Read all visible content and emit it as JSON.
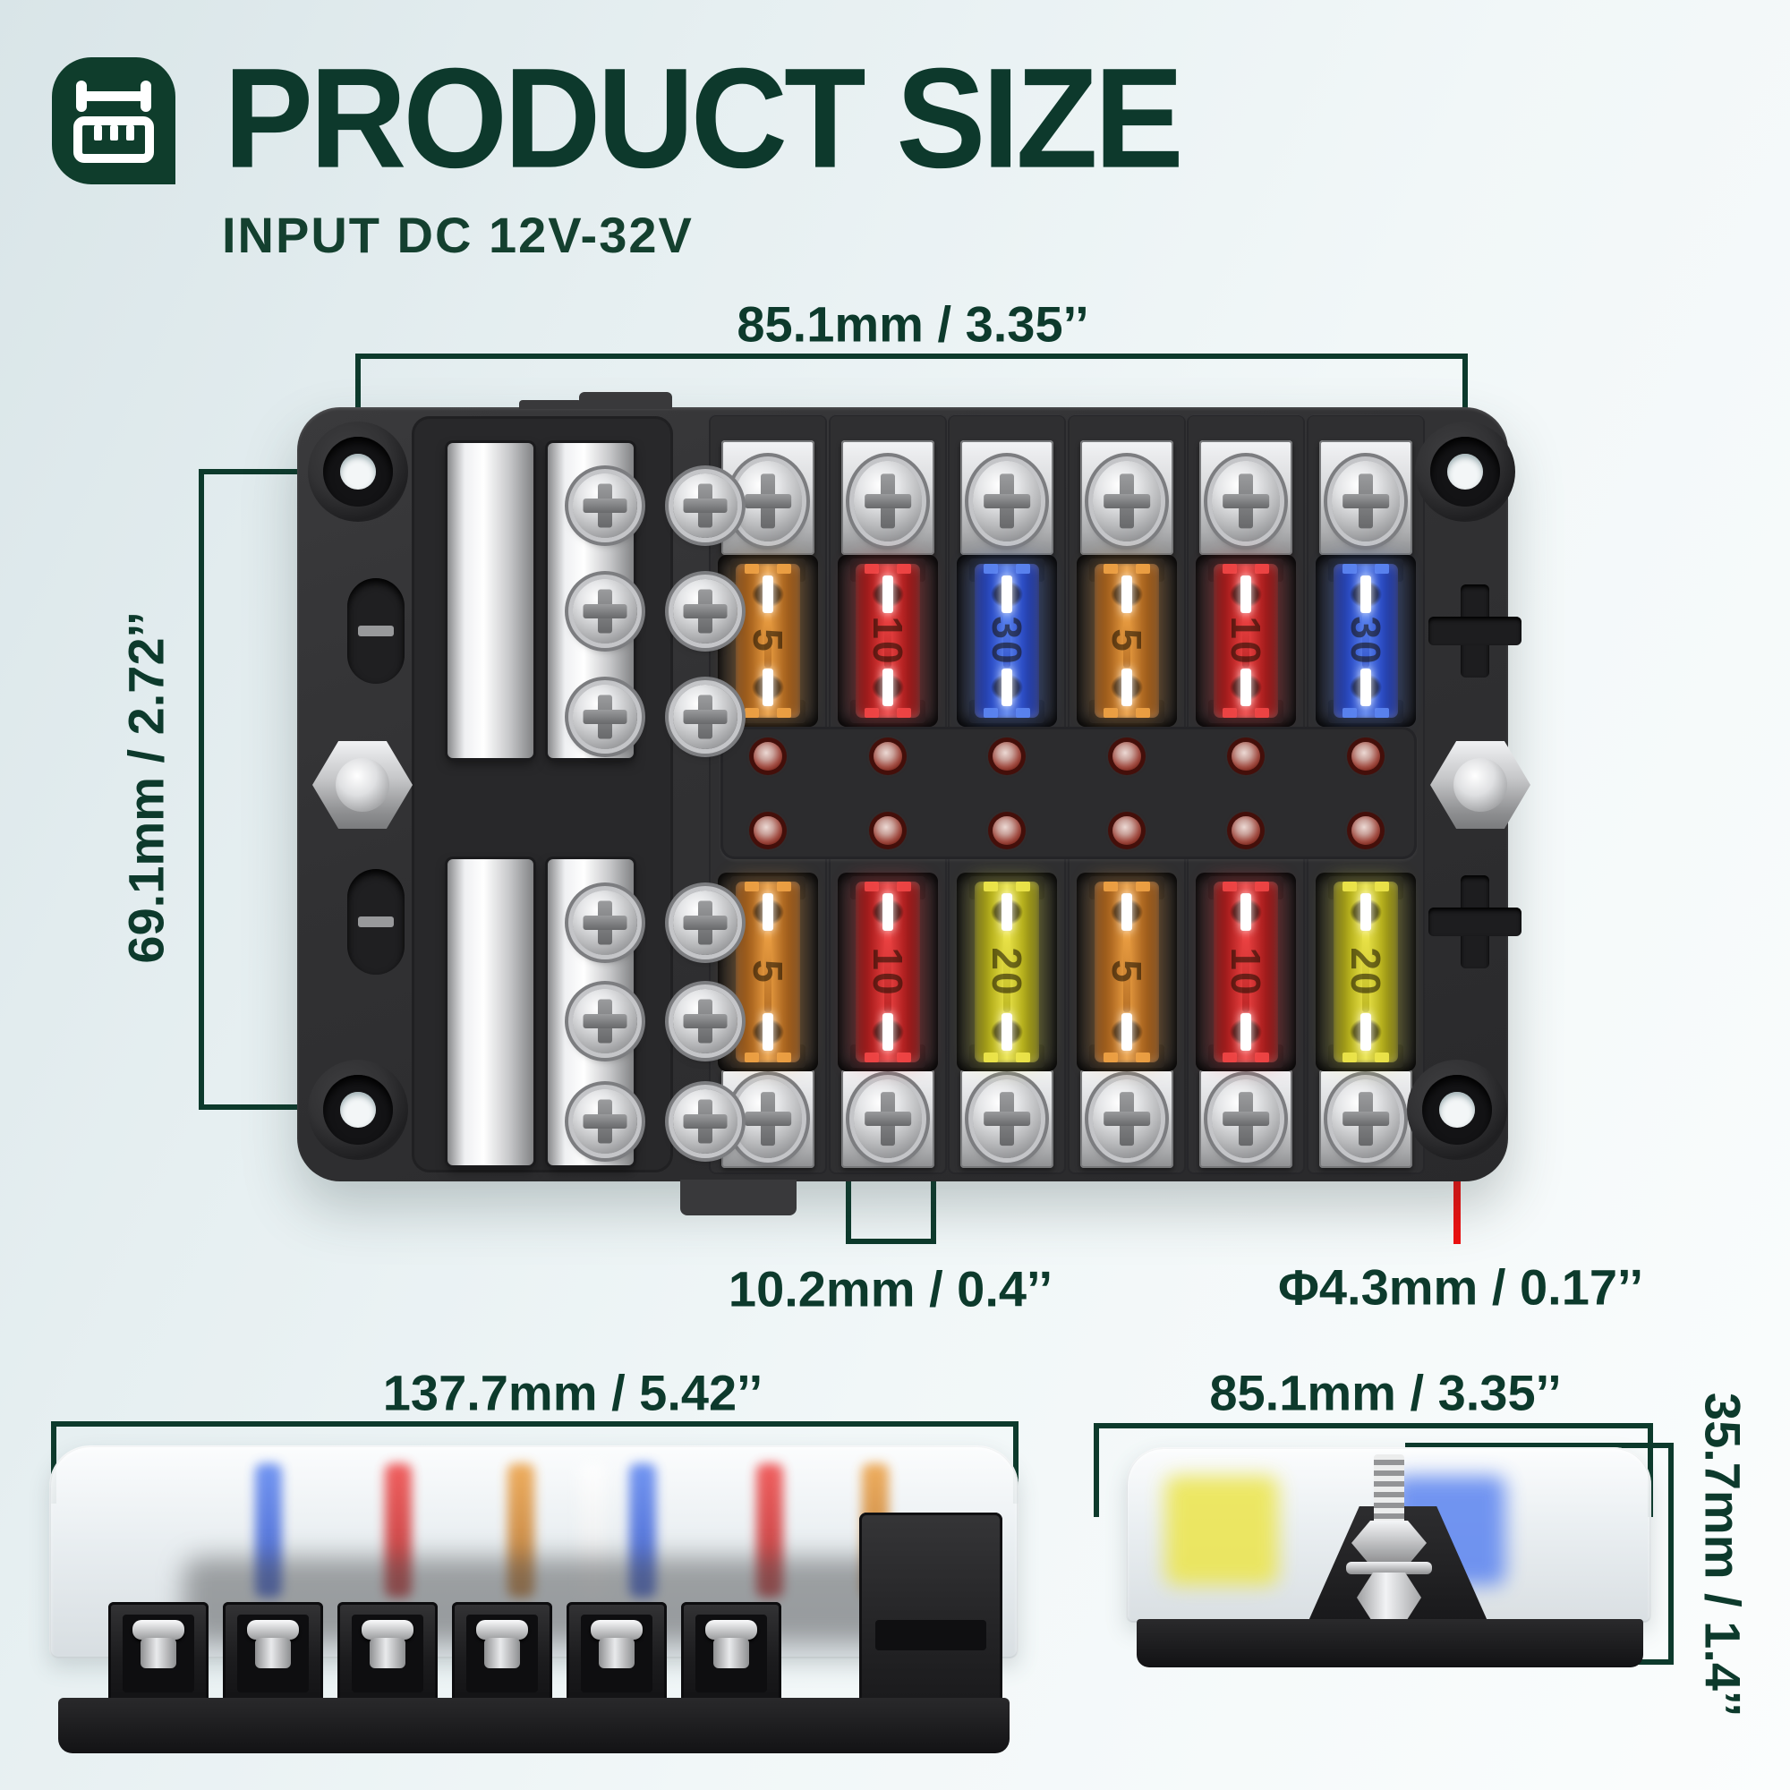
{
  "header": {
    "title": "PRODUCT SIZE",
    "subtitle": "INPUT DC 12V-32V",
    "icon": "ruler-icon",
    "accent_green": "#0d3a2c"
  },
  "colors": {
    "dimension_green": "#0d3a2c",
    "highlight_red": "#ee1010",
    "block_body": "#313133",
    "fuse_palette": {
      "orange": {
        "deep": "#7a4310",
        "body": "#b06a22",
        "glow": "#eda043"
      },
      "red": {
        "deep": "#6e0d0d",
        "body": "#b42222",
        "glow": "#ef4444"
      },
      "blue": {
        "deep": "#18297e",
        "body": "#2d4ec6",
        "glow": "#5b84f0"
      },
      "yellow": {
        "deep": "#6f6a0c",
        "body": "#b8b21e",
        "glow": "#ece54a"
      },
      "white": {
        "deep": "#b9bcbe",
        "body": "#e6e8e9",
        "glow": "#ffffff"
      }
    }
  },
  "top_view": {
    "dim_width_top": "85.1mm / 3.35’’",
    "dim_height_left": "69.1mm / 2.72’’",
    "dim_terminal_pitch": "10.2mm / 0.4’’",
    "dim_mount_hole": "Φ4.3mm / 0.17’’",
    "negative_symbol": "-",
    "positive_symbol": "+",
    "fuses_top": [
      {
        "value": "5",
        "color": "orange"
      },
      {
        "value": "10",
        "color": "red"
      },
      {
        "value": "30",
        "color": "blue"
      },
      {
        "value": "5",
        "color": "orange"
      },
      {
        "value": "10",
        "color": "red"
      },
      {
        "value": "30",
        "color": "blue"
      }
    ],
    "fuses_bottom": [
      {
        "value": "5",
        "color": "orange"
      },
      {
        "value": "10",
        "color": "red"
      },
      {
        "value": "20",
        "color": "yellow"
      },
      {
        "value": "5",
        "color": "orange"
      },
      {
        "value": "10",
        "color": "red"
      },
      {
        "value": "20",
        "color": "yellow"
      }
    ],
    "led_rows": 2,
    "leds_per_row": 6,
    "terminals_per_strip": 6,
    "bus_bars": 2,
    "bus_screws_per_section": 3
  },
  "side_view": {
    "dim_width": "137.7mm / 5.42’’",
    "terminal_count": 6,
    "visible_fuses": [
      "blue",
      "red",
      "orange",
      "white",
      "blue",
      "red",
      "orange"
    ]
  },
  "end_view": {
    "dim_width": "85.1mm / 3.35’’",
    "dim_height": "35.7mm / 1.4’’",
    "visible_fuses": [
      "yellow",
      "blue"
    ]
  }
}
